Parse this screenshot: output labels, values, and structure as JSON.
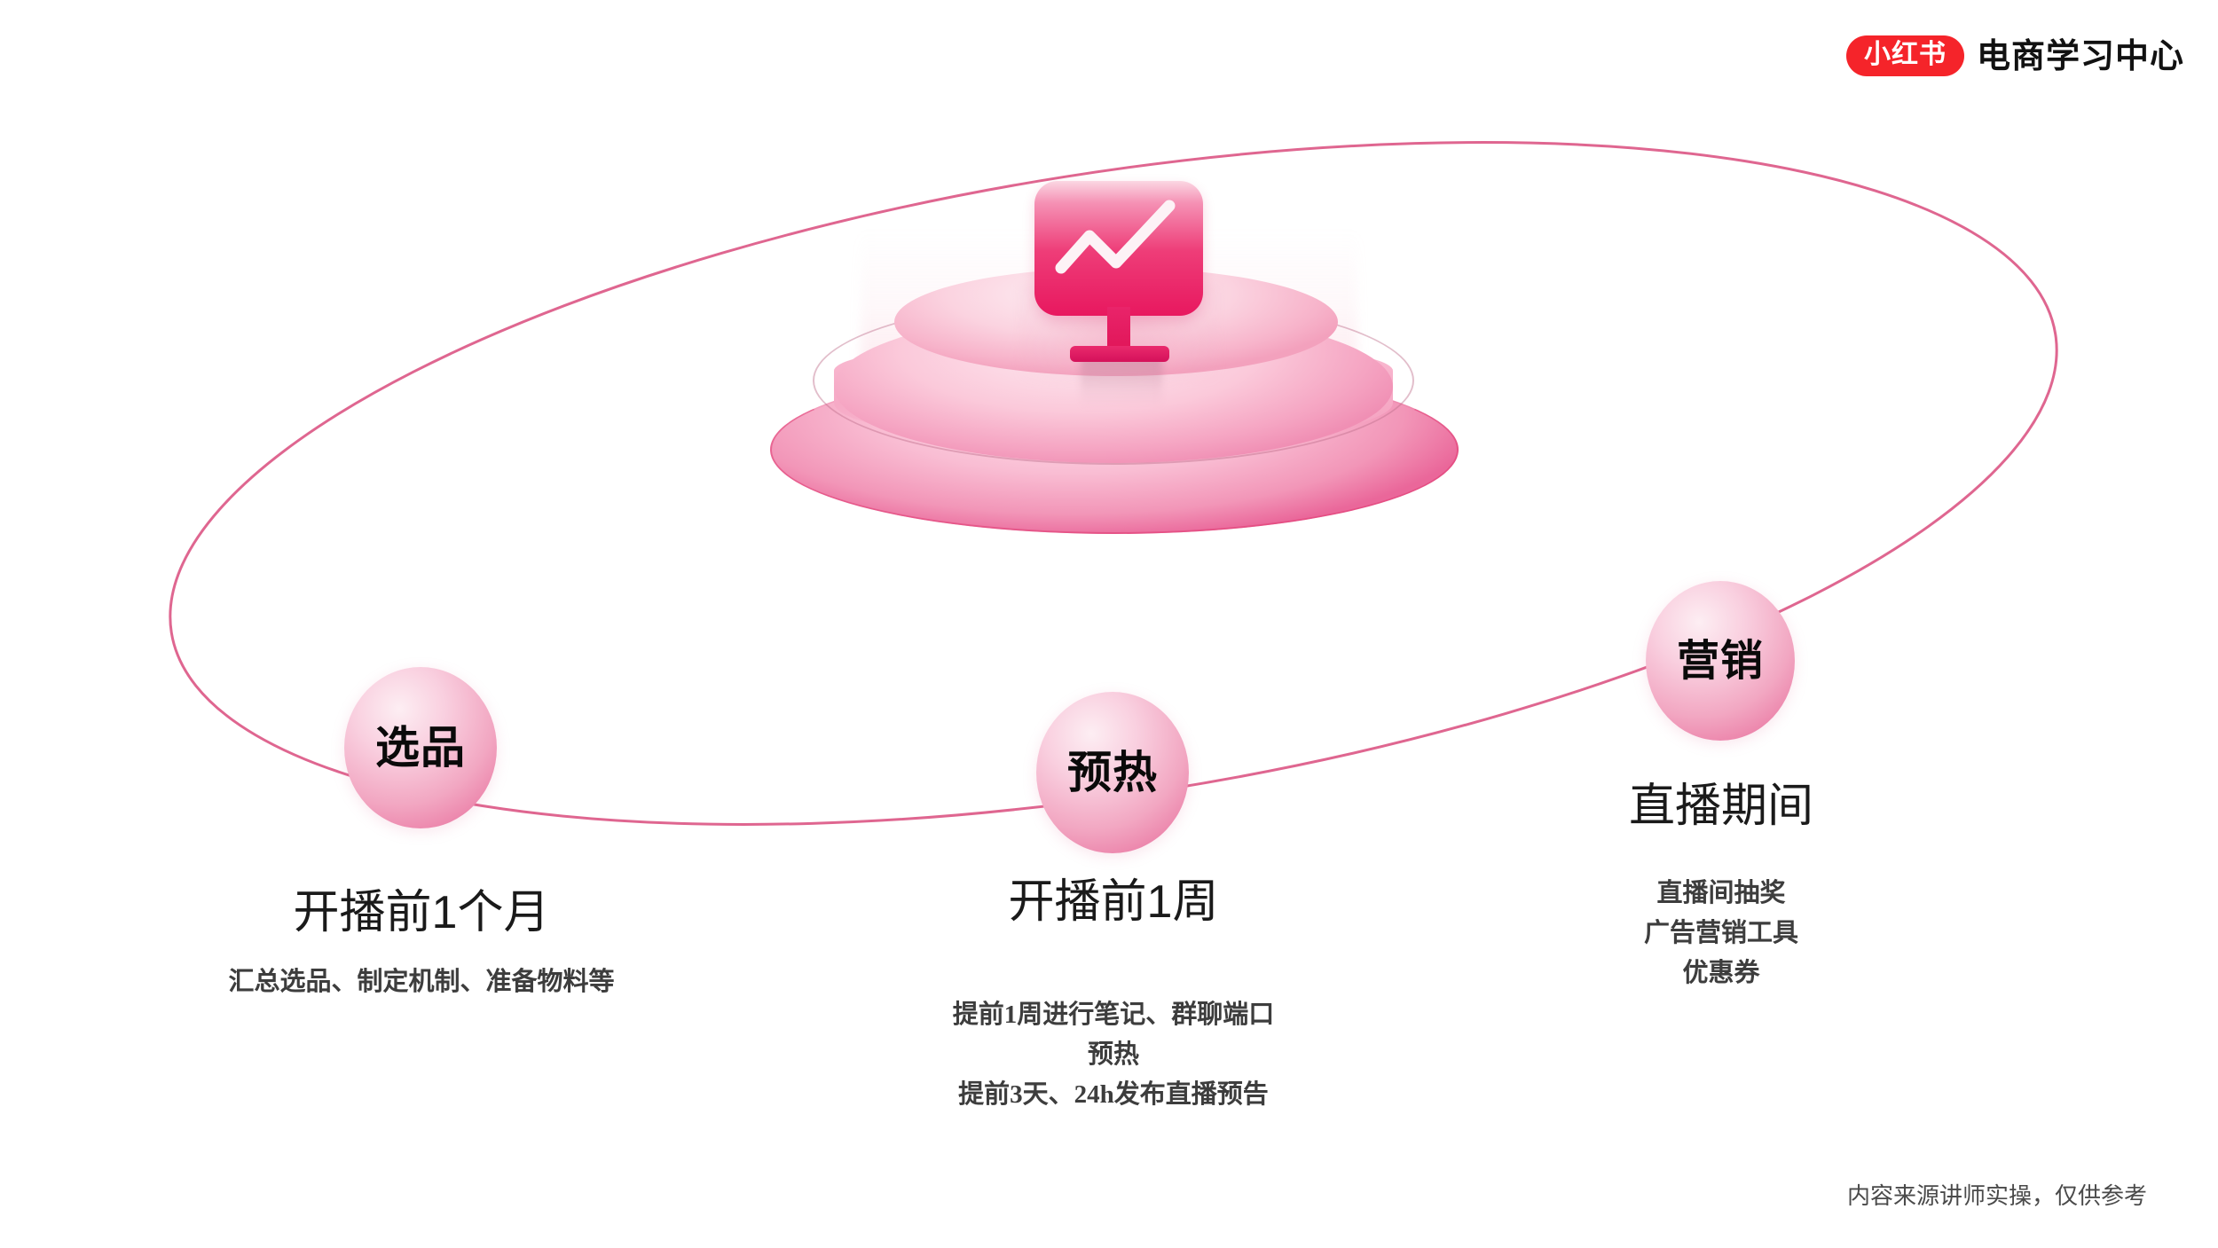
{
  "brand": {
    "badge_text": "小红书",
    "name": "电商学习中心",
    "badge_color": "#f5242a"
  },
  "illustration": {
    "icon": "line-chart-monitor-icon",
    "accent_color": "#e8185f",
    "podium_color": "#ef5d8d",
    "orbit_color": "#d94b7c"
  },
  "nodes": [
    {
      "badge": "选品",
      "title": "开播前1个月",
      "desc": "汇总选品、制定机制、准备物料等"
    },
    {
      "badge": "预热",
      "title": "开播前1周",
      "desc_line1": "提前1周进行笔记、群聊端口",
      "desc_line2": "预热",
      "desc_line3": "提前3天、24h发布直播预告"
    },
    {
      "badge": "营销",
      "title": "直播期间",
      "desc_line1": "直播间抽奖",
      "desc_line2": "广告营销工具",
      "desc_line3": "优惠券"
    }
  ],
  "footer": {
    "note": "内容来源讲师实操，仅供参考"
  }
}
